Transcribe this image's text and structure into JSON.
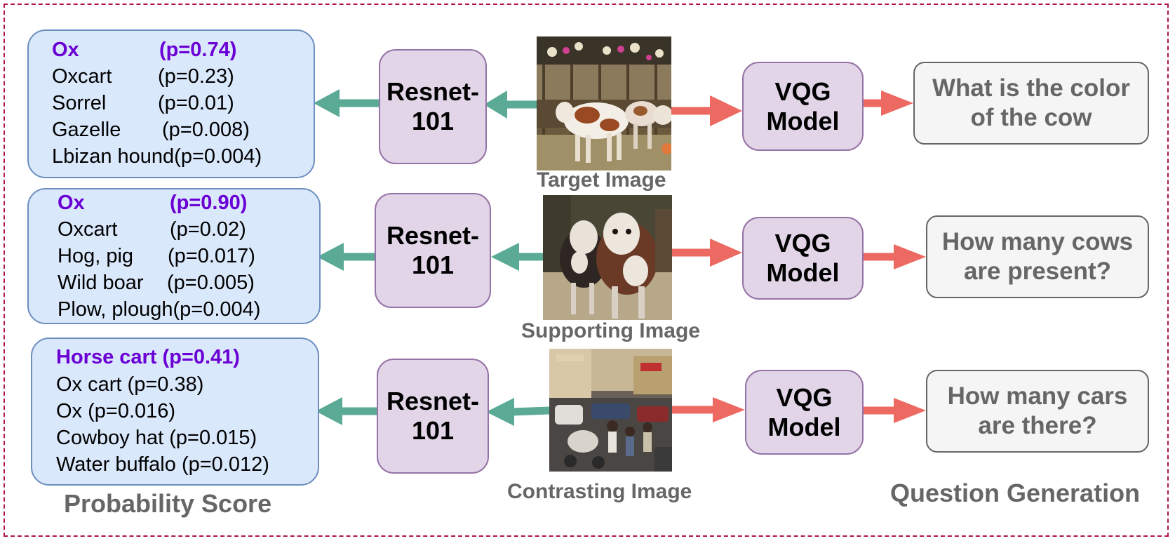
{
  "rows": [
    {
      "predictions": [
        {
          "label": "Ox",
          "p": "(p=0.74)"
        },
        {
          "label": "Oxcart",
          "p": "(p=0.23)"
        },
        {
          "label": "Sorrel",
          "p": "(p=0.01)"
        },
        {
          "label": "Gazelle",
          "p": "(p=0.008)"
        },
        {
          "label": "Lbizan hound",
          "p": "(p=0.004)"
        }
      ],
      "encoder": "Resnet-\n101",
      "image_caption": "Target Image",
      "generator": "VQG\nModel",
      "question": "What is the color\nof the cow"
    },
    {
      "predictions": [
        {
          "label": "Ox",
          "p": "(p=0.90)"
        },
        {
          "label": "Oxcart",
          "p": "(p=0.02)"
        },
        {
          "label": "Hog, pig",
          "p": "(p=0.017)"
        },
        {
          "label": "Wild boar",
          "p": "(p=0.005)"
        },
        {
          "label": "Plow, plough",
          "p": "(p=0.004)"
        }
      ],
      "encoder": "Resnet-\n101",
      "image_caption": "Supporting Image",
      "generator": "VQG\nModel",
      "question": "How many cows\nare present?"
    },
    {
      "predictions": [
        {
          "label": "Horse cart",
          "p": "(p=0.41)"
        },
        {
          "label": "Ox cart",
          "p": "(p=0.38)"
        },
        {
          "label": "Ox",
          "p": "(p=0.016)"
        },
        {
          "label": "Cowboy hat",
          "p": "(p=0.015)"
        },
        {
          "label": "Water buffalo",
          "p": "(p=0.012)"
        }
      ],
      "encoder": "Resnet-\n101",
      "image_caption": "Contrasting Image",
      "generator": "VQG\nModel",
      "question": "How many cars\nare there?"
    }
  ],
  "section_titles": {
    "left": "Probability Score",
    "right": "Question Generation"
  },
  "colors": {
    "prob_fill": "#dae8fc",
    "prob_border": "#6c8ebf",
    "top_prediction": "#6a00d4",
    "block_fill": "#e1d5e7",
    "block_border": "#9673a6",
    "question_fill": "#f5f5f5",
    "question_border": "#666666",
    "green_arrow": "#5aaa96",
    "red_arrow": "#ec6a62",
    "frame": "#b0144a"
  }
}
